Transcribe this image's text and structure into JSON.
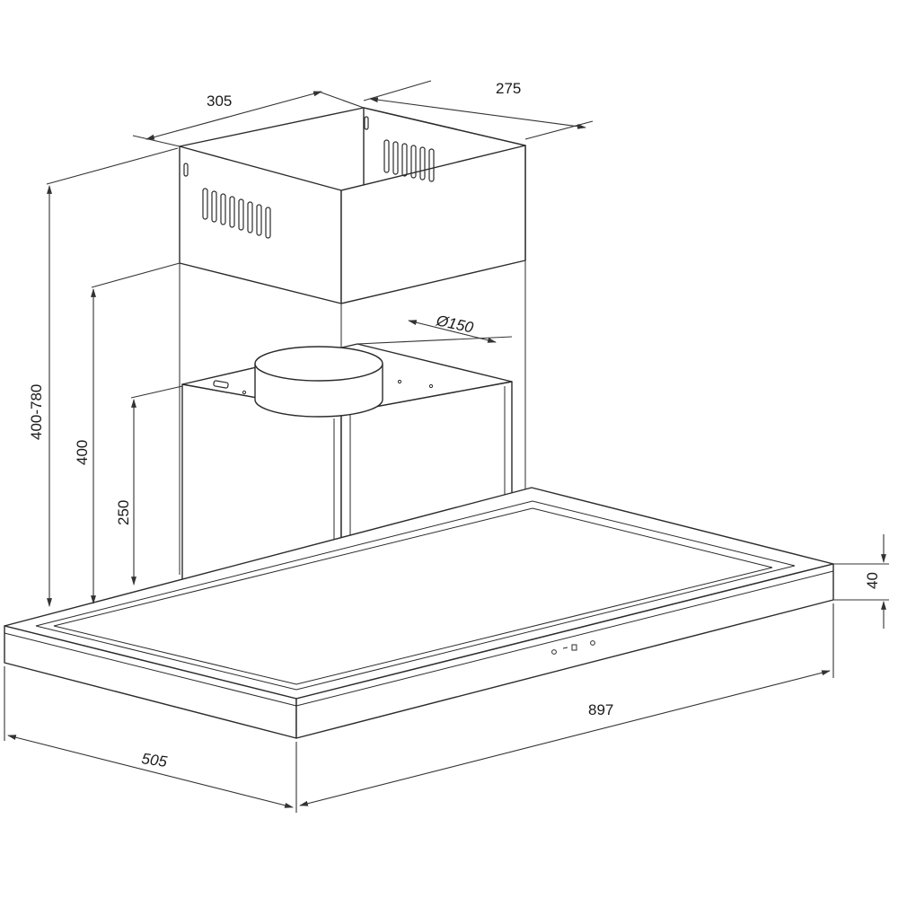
{
  "dimensions": {
    "chimney_width": "305",
    "chimney_depth": "275",
    "duct_diameter": "Ø150",
    "total_height_range": "400-780",
    "upper_chimney_height": "400",
    "lower_chimney_height": "250",
    "canopy_thickness": "40",
    "canopy_width": "897",
    "canopy_depth": "505"
  }
}
